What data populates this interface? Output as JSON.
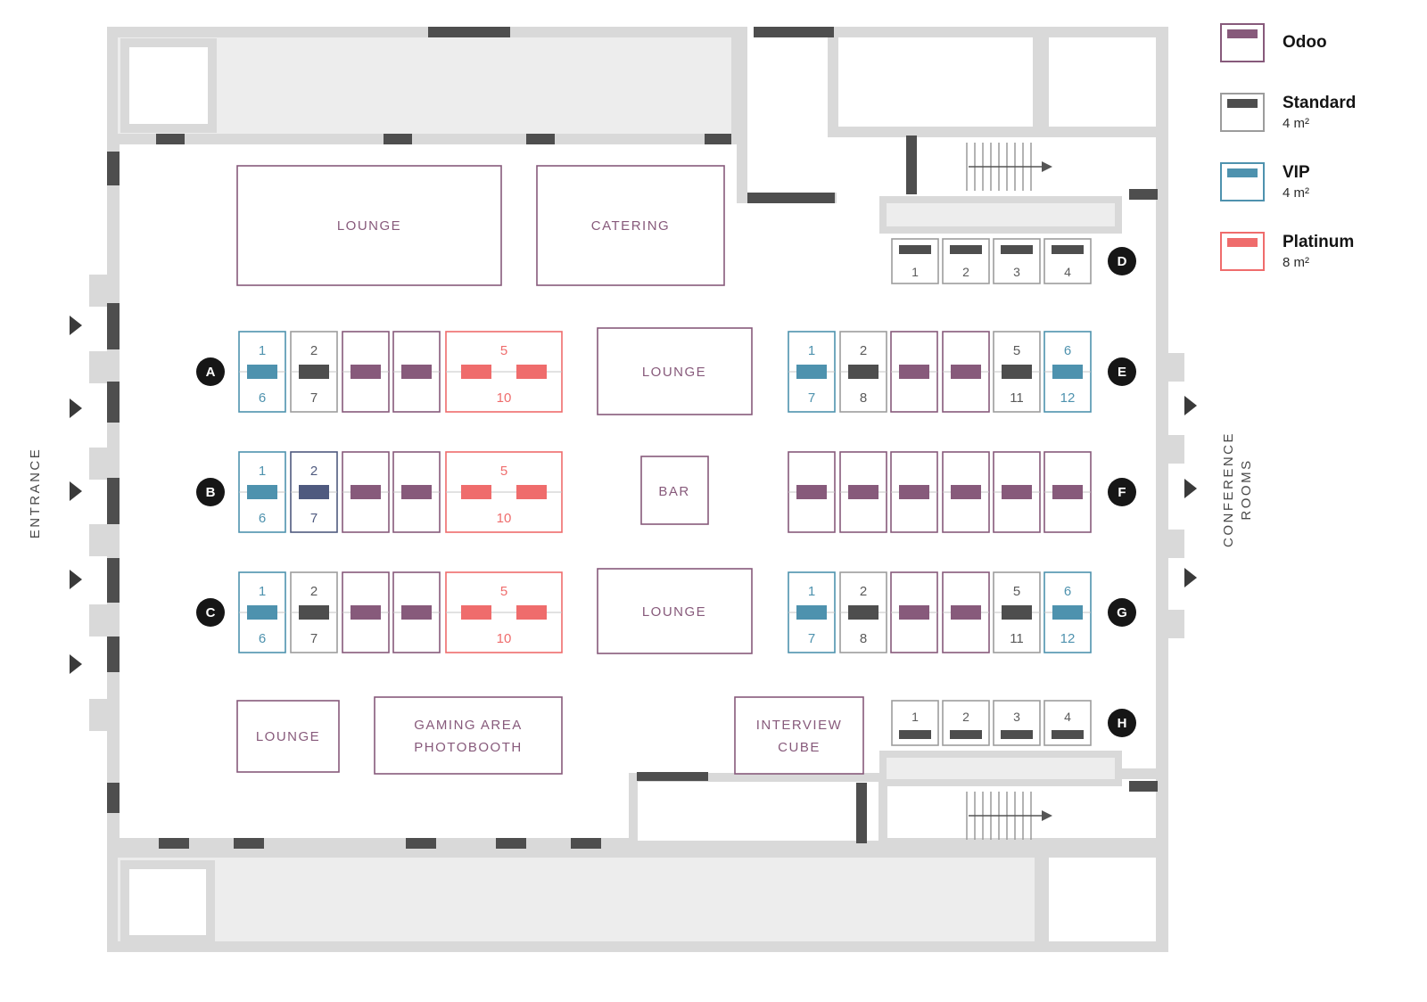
{
  "colors": {
    "odoo": "#875a7b",
    "vip": "#4e92ae",
    "platinum": "#ef6c6c",
    "reserved": "#4f5a7f",
    "standard": "#4e4e4e",
    "standardBorder": "#9c9c9c",
    "wall": "#d9d9d9",
    "wallDark": "#4e4e4e",
    "room": "#ededed"
  },
  "legend": {
    "items": [
      {
        "label": "Odoo",
        "size": ""
      },
      {
        "label": "Standard",
        "size": "4 m²"
      },
      {
        "label": "VIP",
        "size": "4 m²"
      },
      {
        "label": "Platinum",
        "size": "8 m²"
      }
    ]
  },
  "side_labels": {
    "entrance": "ENTRANCE",
    "conference_line1": "CONFERENCE",
    "conference_line2": "ROOMS"
  },
  "areas": {
    "lounge_top": "LOUNGE",
    "catering": "CATERING",
    "lounge_center_top": "LOUNGE",
    "bar": "BAR",
    "lounge_center_bottom": "LOUNGE",
    "lounge_bottom": "LOUNGE",
    "gaming_line1": "GAMING AREA",
    "gaming_line2": "PHOTOBOOTH",
    "interview_line1": "INTERVIEW",
    "interview_line2": "CUBE"
  },
  "rows": {
    "A": {
      "label": "A",
      "booths": [
        {
          "type": "vip",
          "top": "1",
          "bottom": "6"
        },
        {
          "type": "standard",
          "top": "2",
          "bottom": "7"
        },
        {
          "type": "odoo"
        },
        {
          "type": "odoo"
        },
        {
          "type": "platinum",
          "top": "5",
          "bottom": "10"
        }
      ]
    },
    "B": {
      "label": "B",
      "booths": [
        {
          "type": "vip",
          "top": "1",
          "bottom": "6"
        },
        {
          "type": "reserved",
          "top": "2",
          "bottom": "7"
        },
        {
          "type": "odoo"
        },
        {
          "type": "odoo"
        },
        {
          "type": "platinum",
          "top": "5",
          "bottom": "10"
        }
      ]
    },
    "C": {
      "label": "C",
      "booths": [
        {
          "type": "vip",
          "top": "1",
          "bottom": "6"
        },
        {
          "type": "standard",
          "top": "2",
          "bottom": "7"
        },
        {
          "type": "odoo"
        },
        {
          "type": "odoo"
        },
        {
          "type": "platinum",
          "top": "5",
          "bottom": "10"
        }
      ]
    },
    "D": {
      "label": "D",
      "booths": [
        {
          "type": "standard",
          "num": "1"
        },
        {
          "type": "standard",
          "num": "2"
        },
        {
          "type": "standard",
          "num": "3"
        },
        {
          "type": "standard",
          "num": "4"
        }
      ]
    },
    "E": {
      "label": "E",
      "booths": [
        {
          "type": "vip",
          "top": "1",
          "bottom": "7"
        },
        {
          "type": "standard",
          "top": "2",
          "bottom": "8"
        },
        {
          "type": "odoo"
        },
        {
          "type": "odoo"
        },
        {
          "type": "standard",
          "top": "5",
          "bottom": "11"
        },
        {
          "type": "vip",
          "top": "6",
          "bottom": "12"
        }
      ]
    },
    "F": {
      "label": "F",
      "booths": [
        {
          "type": "odoo"
        },
        {
          "type": "odoo"
        },
        {
          "type": "odoo"
        },
        {
          "type": "odoo"
        },
        {
          "type": "odoo"
        },
        {
          "type": "odoo"
        }
      ]
    },
    "G": {
      "label": "G",
      "booths": [
        {
          "type": "vip",
          "top": "1",
          "bottom": "7"
        },
        {
          "type": "standard",
          "top": "2",
          "bottom": "8"
        },
        {
          "type": "odoo"
        },
        {
          "type": "odoo"
        },
        {
          "type": "standard",
          "top": "5",
          "bottom": "11"
        },
        {
          "type": "vip",
          "top": "6",
          "bottom": "12"
        }
      ]
    },
    "H": {
      "label": "H",
      "booths": [
        {
          "type": "standard",
          "num": "1"
        },
        {
          "type": "standard",
          "num": "2"
        },
        {
          "type": "standard",
          "num": "3"
        },
        {
          "type": "standard",
          "num": "4"
        }
      ]
    }
  }
}
